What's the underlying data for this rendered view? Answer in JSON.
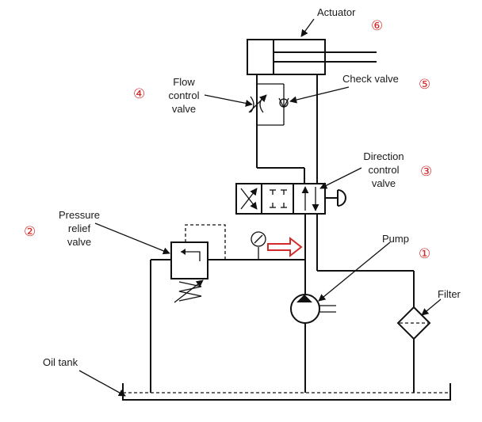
{
  "components": {
    "actuator": {
      "label": "Actuator",
      "number": "⑥"
    },
    "flow_control_valve": {
      "lines": [
        "Flow",
        "control",
        "valve"
      ],
      "number": "④"
    },
    "check_valve": {
      "label": "Check valve",
      "number": "⑤"
    },
    "direction_control_valve": {
      "lines": [
        "Direction",
        "control",
        "valve"
      ],
      "number": "③"
    },
    "pressure_relief_valve": {
      "lines": [
        "Pressure",
        "relief",
        "valve"
      ],
      "number": "②"
    },
    "pump": {
      "label": "Pump",
      "number": "①"
    },
    "filter": {
      "label": "Filter"
    },
    "oil_tank": {
      "label": "Oil tank"
    }
  },
  "colors": {
    "line": "#111111",
    "number": "#d42a2a",
    "flow_arrow": "#d42a2a"
  },
  "icons": [
    "pressure-gauge-icon",
    "flow-direction-arrow-icon",
    "spring-icon",
    "push-button-icon"
  ]
}
